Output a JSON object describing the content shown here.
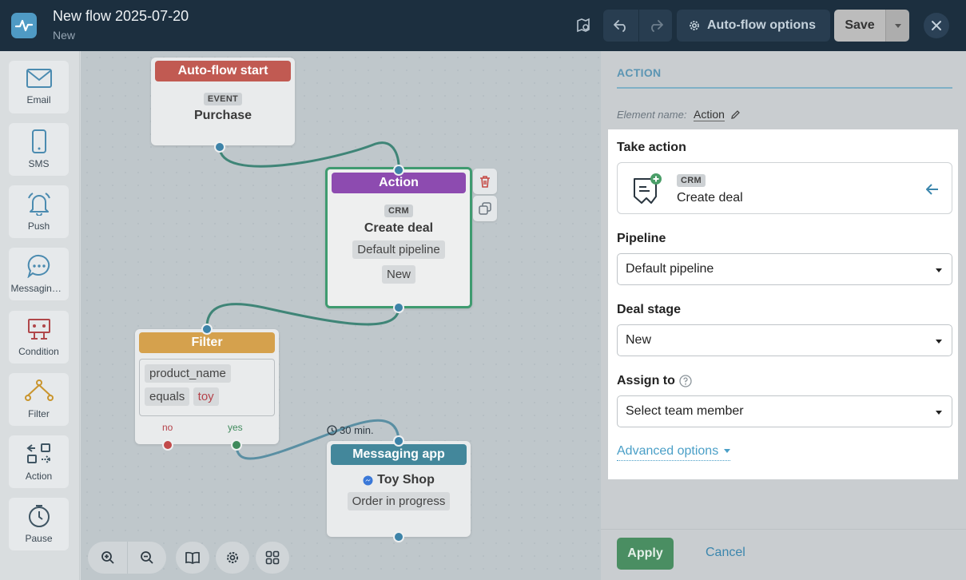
{
  "header": {
    "title": "New flow 2025-07-20",
    "status": "New",
    "autoflow_label": "Auto-flow options",
    "save_label": "Save"
  },
  "palette": {
    "items": [
      {
        "label": "Email",
        "icon": "email-icon"
      },
      {
        "label": "SMS",
        "icon": "phone-icon"
      },
      {
        "label": "Push",
        "icon": "bell-icon"
      },
      {
        "label": "Messaging apps",
        "icon": "chat-bubble-icon"
      },
      {
        "label": "Condition",
        "icon": "condition-icon"
      },
      {
        "label": "Filter",
        "icon": "filter-icon"
      },
      {
        "label": "Action",
        "icon": "action-icon"
      },
      {
        "label": "Pause",
        "icon": "clock-icon"
      }
    ]
  },
  "canvas": {
    "start_node": {
      "head": "Auto-flow start",
      "tag": "EVENT",
      "title": "Purchase",
      "color": "#c15a52"
    },
    "action_node": {
      "head": "Action",
      "tag": "CRM",
      "title": "Create deal",
      "chip1": "Default pipeline",
      "chip2": "New",
      "color": "#8d4bb0"
    },
    "filter_node": {
      "head": "Filter",
      "field": "product_name",
      "op": "equals",
      "value": "toy",
      "no_label": "no",
      "yes_label": "yes",
      "color": "#d39a3c"
    },
    "delay_label": "30 min.",
    "messaging_node": {
      "head": "Messaging app",
      "title": "Toy Shop",
      "chip": "Order in progress",
      "color": "#43879b"
    }
  },
  "panel": {
    "tab": "ACTION",
    "element_name_label": "Element name:",
    "element_name_value": "Action",
    "take_action_label": "Take action",
    "action_tag": "CRM",
    "action_title": "Create deal",
    "pipeline_label": "Pipeline",
    "pipeline_value": "Default pipeline",
    "stage_label": "Deal stage",
    "stage_value": "New",
    "assign_label": "Assign to",
    "assign_value": "Select team member",
    "advanced_label": "Advanced options",
    "apply_label": "Apply",
    "cancel_label": "Cancel"
  }
}
